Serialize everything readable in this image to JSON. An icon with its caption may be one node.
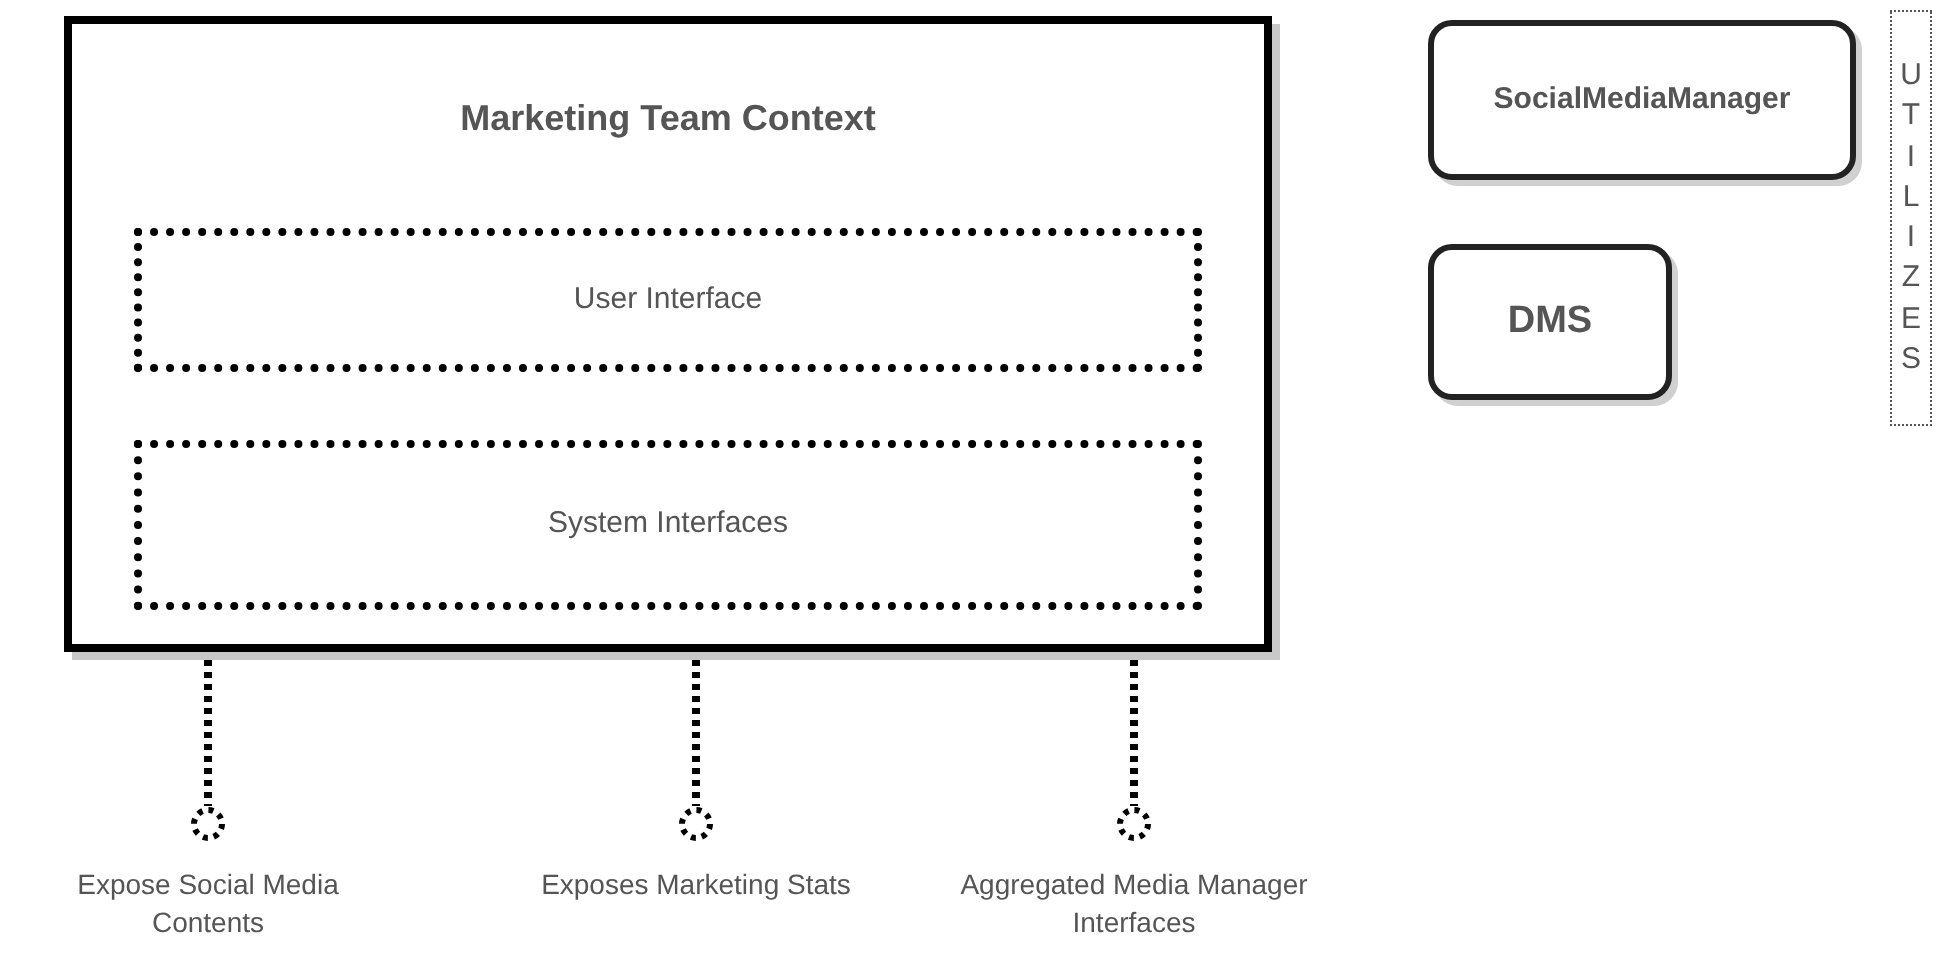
{
  "diagram": {
    "nodes": [
      {
        "text": [
          "Marketing Team Context"
        ]
      },
      {
        "text": [
          "User Interface"
        ],
        "in": 0
      },
      {
        "text": [
          "System Interfaces"
        ],
        "in": 0
      },
      {
        "text": [
          "SocialMediaManager"
        ]
      },
      {
        "text": [
          "DMS"
        ]
      },
      {
        "text": [
          "UTILIZES"
        ]
      },
      {
        "text": [],
        "shape": "circle",
        "beside": [
          "Expose Social Media Contents"
        ]
      },
      {
        "text": [],
        "shape": "circle",
        "beside": [
          "Exposes Marketing Stats"
        ]
      },
      {
        "text": [],
        "shape": "circle",
        "beside": [
          "Aggregated Media Manager Interfaces"
        ]
      }
    ],
    "edges": [
      {
        "from": 0,
        "to": 6,
        "arrow": "none",
        "style": "dashed"
      },
      {
        "from": 0,
        "to": 7,
        "arrow": "none",
        "style": "dashed"
      },
      {
        "from": 0,
        "to": 8,
        "arrow": "none",
        "style": "dashed"
      }
    ]
  }
}
